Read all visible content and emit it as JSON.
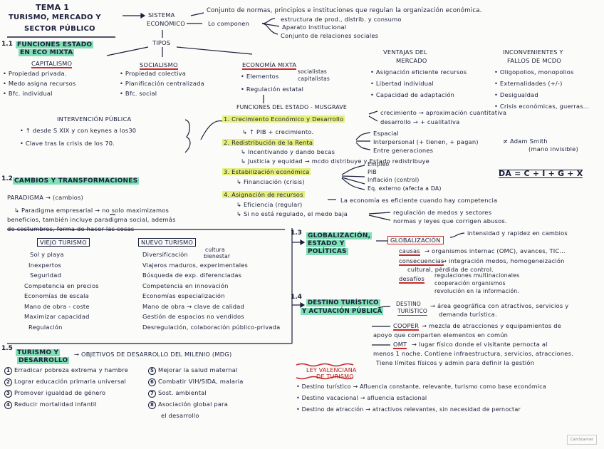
{
  "title": {
    "line1": "TEMA 1",
    "line2": "TURISMO, MERCADO Y",
    "line3": "SECTOR PÚBLICO"
  },
  "sistema": {
    "label1": "SISTEMA",
    "label2": "ECONÓMICO",
    "def": "Conjunto de normas, principios e instituciones que regulan la organización económica.",
    "componen": "Lo componen",
    "items": [
      "estructura de prod., distrib. y consumo",
      "Aparato institucional",
      "Conjunto de relaciones sociales"
    ]
  },
  "tipos": "TIPOS",
  "funciones": {
    "num": "1.1",
    "title1": "FUNCIONES ESTADO",
    "title2": "EN ECO MIXTA"
  },
  "capitalismo": {
    "title": "CAPITALISMO",
    "items": [
      "• Propiedad privada.",
      "• Medo asigna recursos",
      "• Bfc. individual"
    ]
  },
  "socialismo": {
    "title": "SOCIALISMO",
    "items": [
      "• Propiedad colectiva",
      "• Planificación centralizada",
      "• Bfc. social"
    ]
  },
  "mixta": {
    "title": "ECONOMÍA MIXTA",
    "elementos": "• Elementos",
    "sub": [
      "socialistas",
      "capitalistas"
    ],
    "regulacion": "• Regulación estatal"
  },
  "ventajas": {
    "title1": "VENTAJAS DEL",
    "title2": "MERCADO",
    "items": [
      "• Asignación eficiente recursos",
      "• Libertad individual",
      "• Capacidad de adaptación"
    ]
  },
  "inconvenientes": {
    "title1": "INCONVENIENTES Y",
    "title2": "FALLOS DE MCDO",
    "items": [
      "• Oligopolios, monopolios",
      "• Externalidades (+/-)",
      "• Desigualdad",
      "• Crisis económicas, guerras..."
    ]
  },
  "intervencion": {
    "title": "INTERVENCIÓN PÚBLICA",
    "items": [
      "• ↑ desde S XIX y con keynes a los30",
      "• Clave tras la crisis de los 70."
    ]
  },
  "musgrave": {
    "header": "FUNCIONES DEL ESTADO - MUSGRAVE",
    "f1": "1. Crecimiento Económico y Desarrollo",
    "f1a": "crecimiento → aproximación cuantitativa",
    "f1b": "desarrollo → + cualitativa",
    "f1c": "↳ ↑ PIB + crecimiento.",
    "f2": "2. Redistribución de la Renta",
    "f2a": "↳ Incentivando y dando becas",
    "f2b": "↳ Justicia y equidad → mcdo distribuye y Estado redistribuye",
    "f2s": [
      "Espacial",
      "Interpersonal (+ tienen, + pagan)",
      "Entre generaciones"
    ],
    "smith1": "≠ Adam Smith",
    "smith2": "(mano invisible)",
    "f3": "3. Estabilización económica",
    "f3a": "↳ Financiación (crisis)",
    "f3s": [
      "Empleo",
      "PIB",
      "Inflación (control)",
      "Eq. externo (afecta a DA)"
    ],
    "formula": "DA = C + I + G + X",
    "f4": "4. Asignación de recursos",
    "f4a": "↳ Eficiencia (regular)",
    "f4b": "↳ Si no está regulado, el medo baja",
    "f4c": "La economía es eficiente cuando hay competencia",
    "f4d": "regulación de medos y sectores",
    "f4e": "normas y leyes que corrigen abusos."
  },
  "cambios": {
    "num": "1.2",
    "title": "CAMBIOS Y TRANSFORMACIONES",
    "paradigma": "PARADIGMA → (cambios)",
    "p1": "↳ Paradigma empresarial → no solo maximizamos",
    "p2": "beneficios, también incluye paradigma social, además",
    "p3": "de costumbres, forma de hacer las cosas"
  },
  "viejo": {
    "title": "VIEJO TURISMO",
    "items": [
      "Sol y playa",
      "Inexpertos",
      "Seguridad",
      "Competencia en precios",
      "Economías de escala",
      "Mano de obra - coste",
      "Maximizar capacidad",
      "Regulación"
    ]
  },
  "nuevo": {
    "title": "NUEVO TURISMO",
    "items": [
      "Diversificación",
      "Viajeros maduros, experimentales",
      "Búsqueda de exp. diferenciadas",
      "Competencia en innovación",
      "Economías especialización",
      "Mano de obra → clave de calidad",
      "Gestión de espacios no vendidos",
      "Desregulación, colaboración público-privada"
    ],
    "extra": [
      "cultura",
      "bienestar"
    ]
  },
  "glob": {
    "num": "1.3",
    "title1": "GLOBALIZACIÓN,",
    "title2": "ESTADO Y",
    "title3": "POLÍTICAS",
    "label": "GLOBALIZACIÓN",
    "g1": "intensidad y rapidez en cambios",
    "causas": "causas",
    "causas_t": "→ organismos internac (OMC), avances, TIC...",
    "consecuencias": "consecuencias",
    "cons_t": "→ integración medos, homogeneización",
    "cons_t2": "cultural, pérdida de control.",
    "desafios": "desafíos",
    "des_t": [
      "regulaciones multinacionales",
      "cooperación organismos",
      "revolución en la información."
    ]
  },
  "destino": {
    "num": "1.4",
    "title1": "DESTINO TURÍSTICO",
    "title2": "Y ACTUACIÓN PÚBLICA",
    "label1": "DESTINO",
    "label2": "TURÍSTICO",
    "def1": "→ área geográfica con atractivos, servicios y",
    "def2": "demanda turística.",
    "cooper": "COOPER",
    "coop1": "→ mezcla de atracciones y equipamientos de",
    "coop2": "apoyo que comparten elementos en común",
    "omt": "OMT",
    "omt1": "→ lugar físico donde el visitante pernocta al",
    "omt2": "menos 1 noche. Contiene infraestructura, servicios, atracciones.",
    "omt3": "Tiene límites físicos y admin para definir la gestión"
  },
  "ley": {
    "title1": "LEY VALENCIANA",
    "title2": "DE TURISMO",
    "items": [
      "• Destino turístico → Afluencia constante, relevante, turismo como base económica",
      "• Destino vacacional → afluencia estacional",
      "• Destino de atracción → atractivos relevantes, sin necesidad de pernoctar"
    ]
  },
  "odm": {
    "num": "1.5",
    "title1": "TURISMO Y",
    "title2": "DESARROLLO",
    "header": "→ OBJETIVOS DE DESARROLLO DEL MILENIO (MDG)",
    "items": [
      {
        "n": "1",
        "t": "Erradicar pobreza extrema y hambre"
      },
      {
        "n": "2",
        "t": "Lograr educación primaria universal"
      },
      {
        "n": "3",
        "t": "Promover igualdad de género"
      },
      {
        "n": "4",
        "t": "Reducir mortalidad infantil"
      },
      {
        "n": "5",
        "t": "Mejorar la salud maternal"
      },
      {
        "n": "6",
        "t": "Combatir VIH/SIDA, malaria"
      },
      {
        "n": "7",
        "t": "Sost. ambiental"
      },
      {
        "n": "8",
        "t": "Asociación global para"
      }
    ],
    "item8b": "el desarrollo"
  },
  "logo": "CamScanner"
}
